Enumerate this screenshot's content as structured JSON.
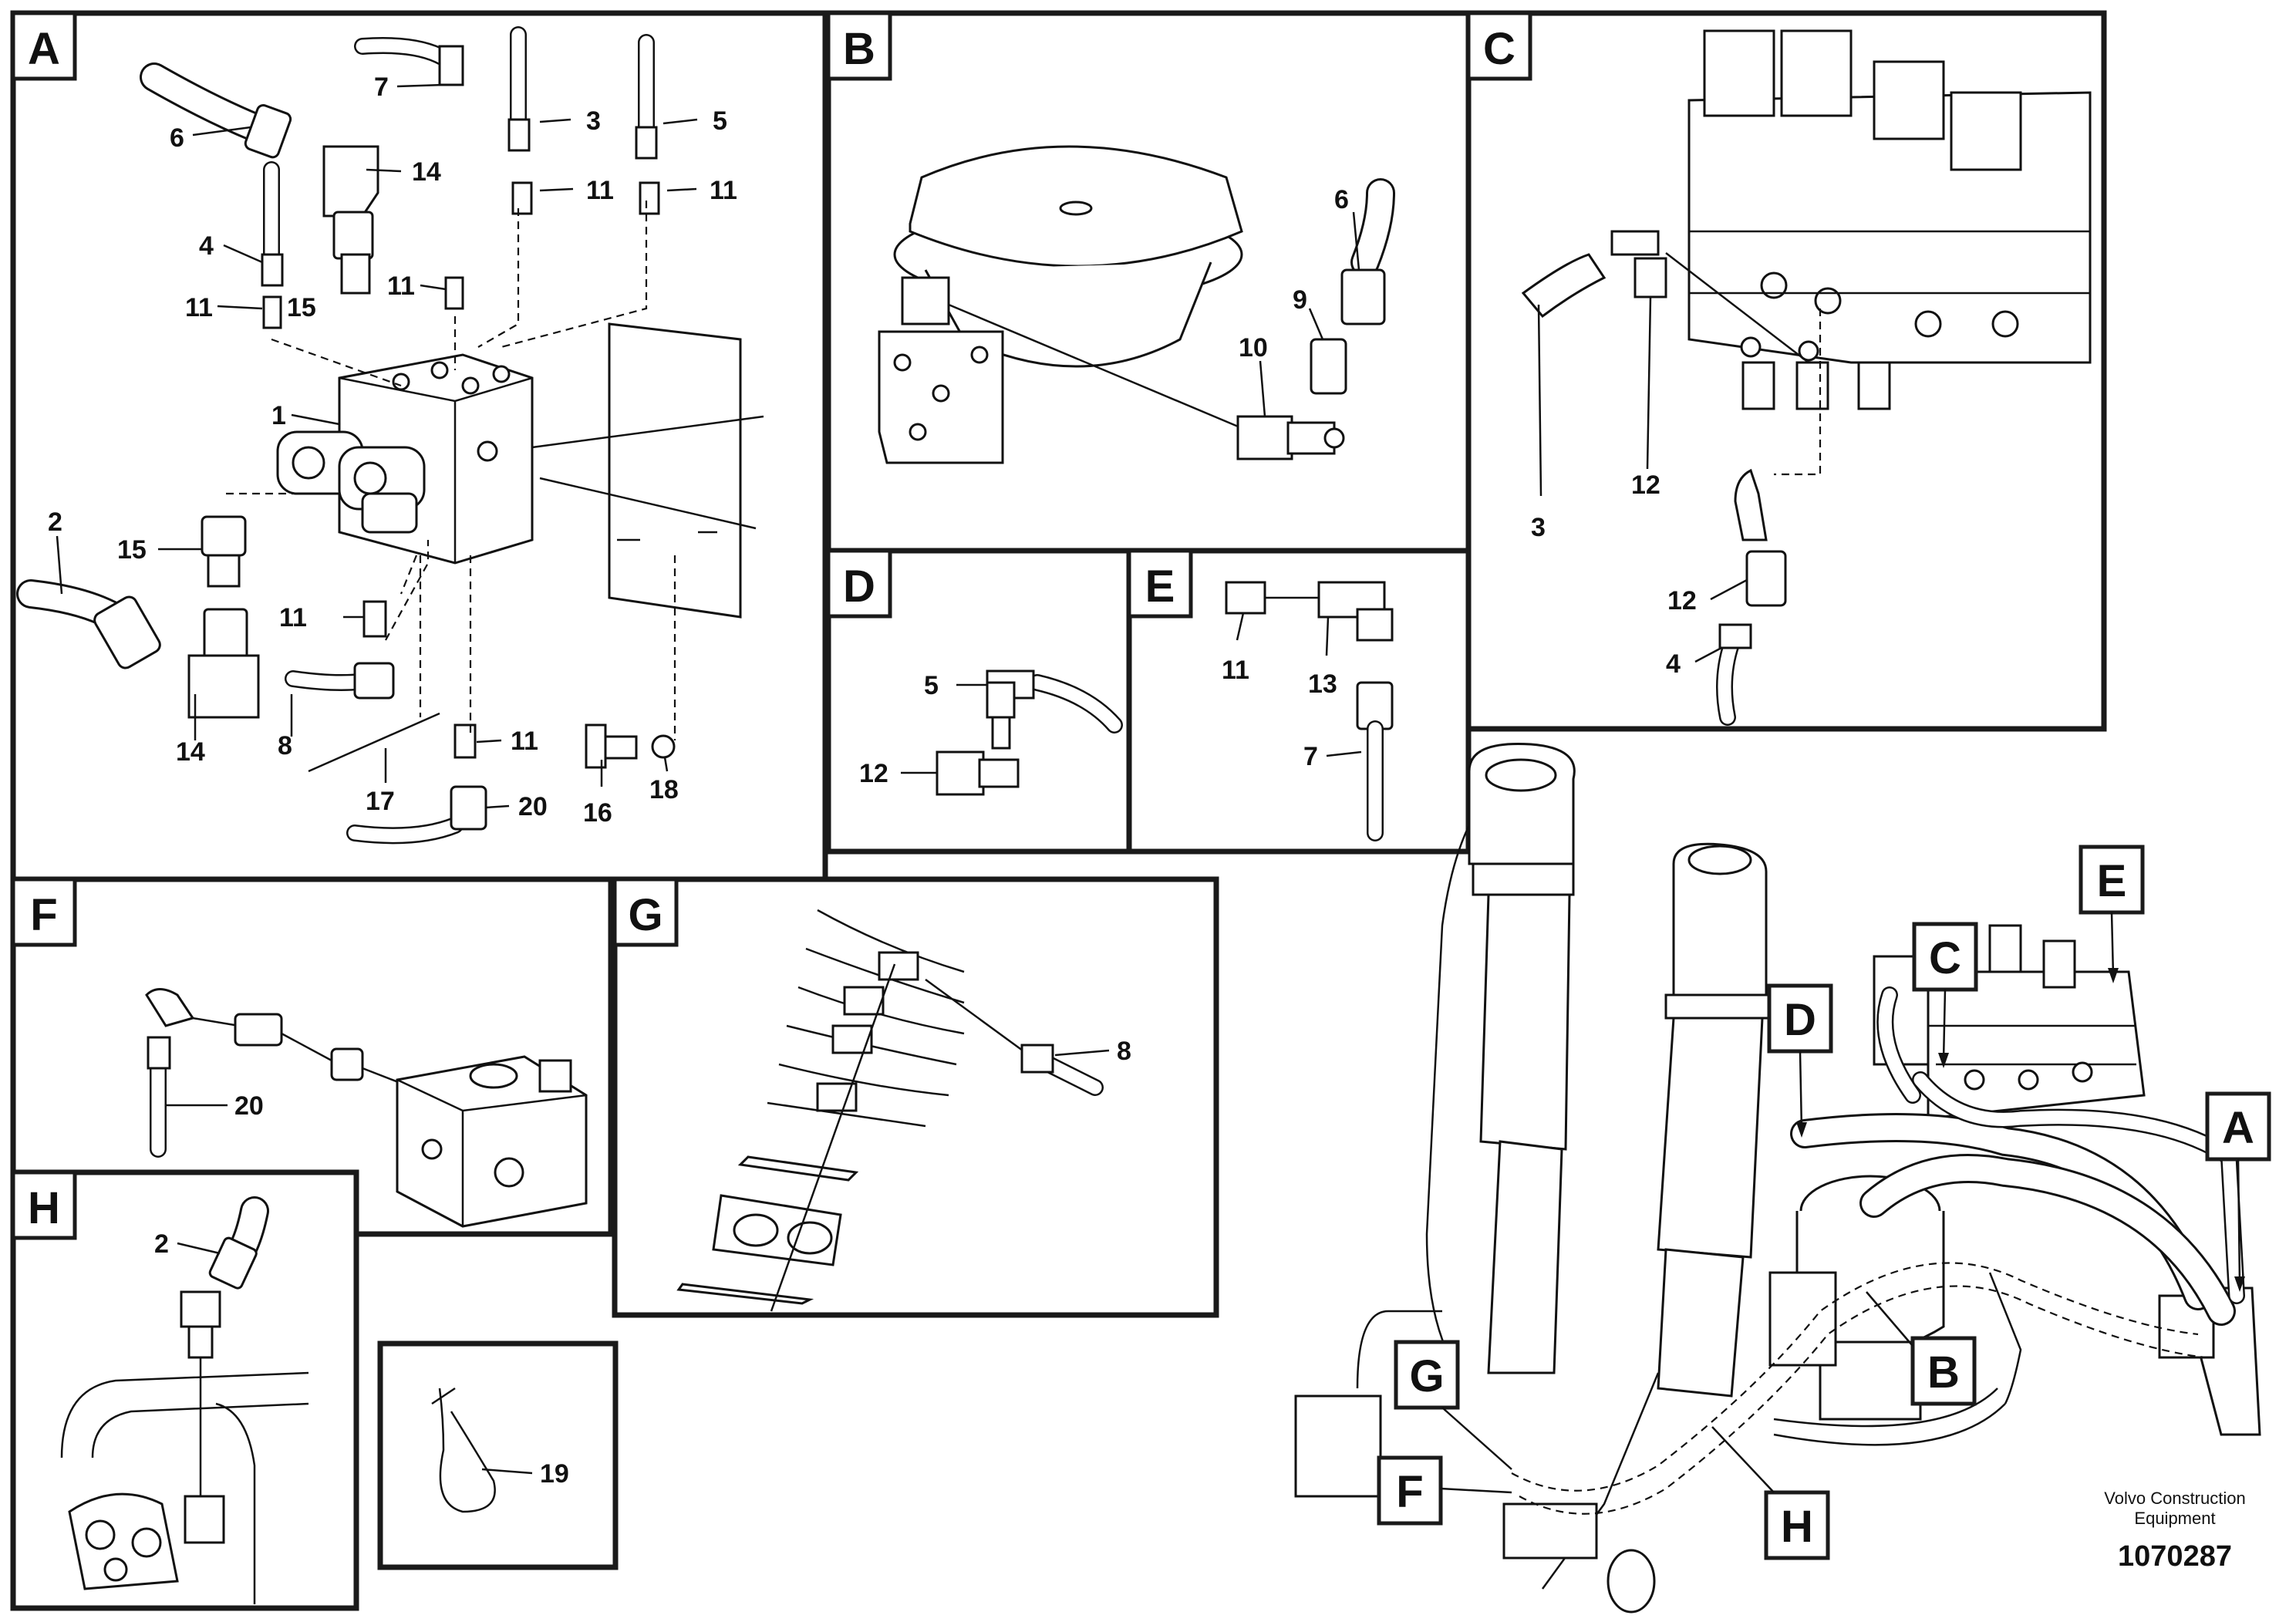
{
  "panels": {
    "A": {
      "label": "A"
    },
    "B": {
      "label": "B"
    },
    "C": {
      "label": "C"
    },
    "D": {
      "label": "D"
    },
    "E": {
      "label": "E"
    },
    "F": {
      "label": "F"
    },
    "G": {
      "label": "G"
    },
    "H": {
      "label": "H"
    }
  },
  "callouts": {
    "panel_a": [
      "7",
      "3",
      "5",
      "6",
      "14",
      "11",
      "11",
      "4",
      "11",
      "15",
      "11",
      "1",
      "2",
      "15",
      "11",
      "14",
      "8",
      "17",
      "11",
      "20",
      "16",
      "18"
    ],
    "panel_b": [
      "6",
      "9",
      "10"
    ],
    "panel_c": [
      "3",
      "12",
      "12",
      "4"
    ],
    "panel_d": [
      "5",
      "12"
    ],
    "panel_e": [
      "11",
      "13",
      "7"
    ],
    "panel_f": [
      "20"
    ],
    "panel_g": [
      "8"
    ],
    "panel_h": [
      "2"
    ],
    "clamp": [
      "19"
    ]
  },
  "overview_labels": [
    "E",
    "C",
    "D",
    "A",
    "B",
    "G",
    "F",
    "H"
  ],
  "footer": {
    "brand_line1": "Volvo Construction",
    "brand_line2": "Equipment",
    "figure_number": "1070287"
  }
}
